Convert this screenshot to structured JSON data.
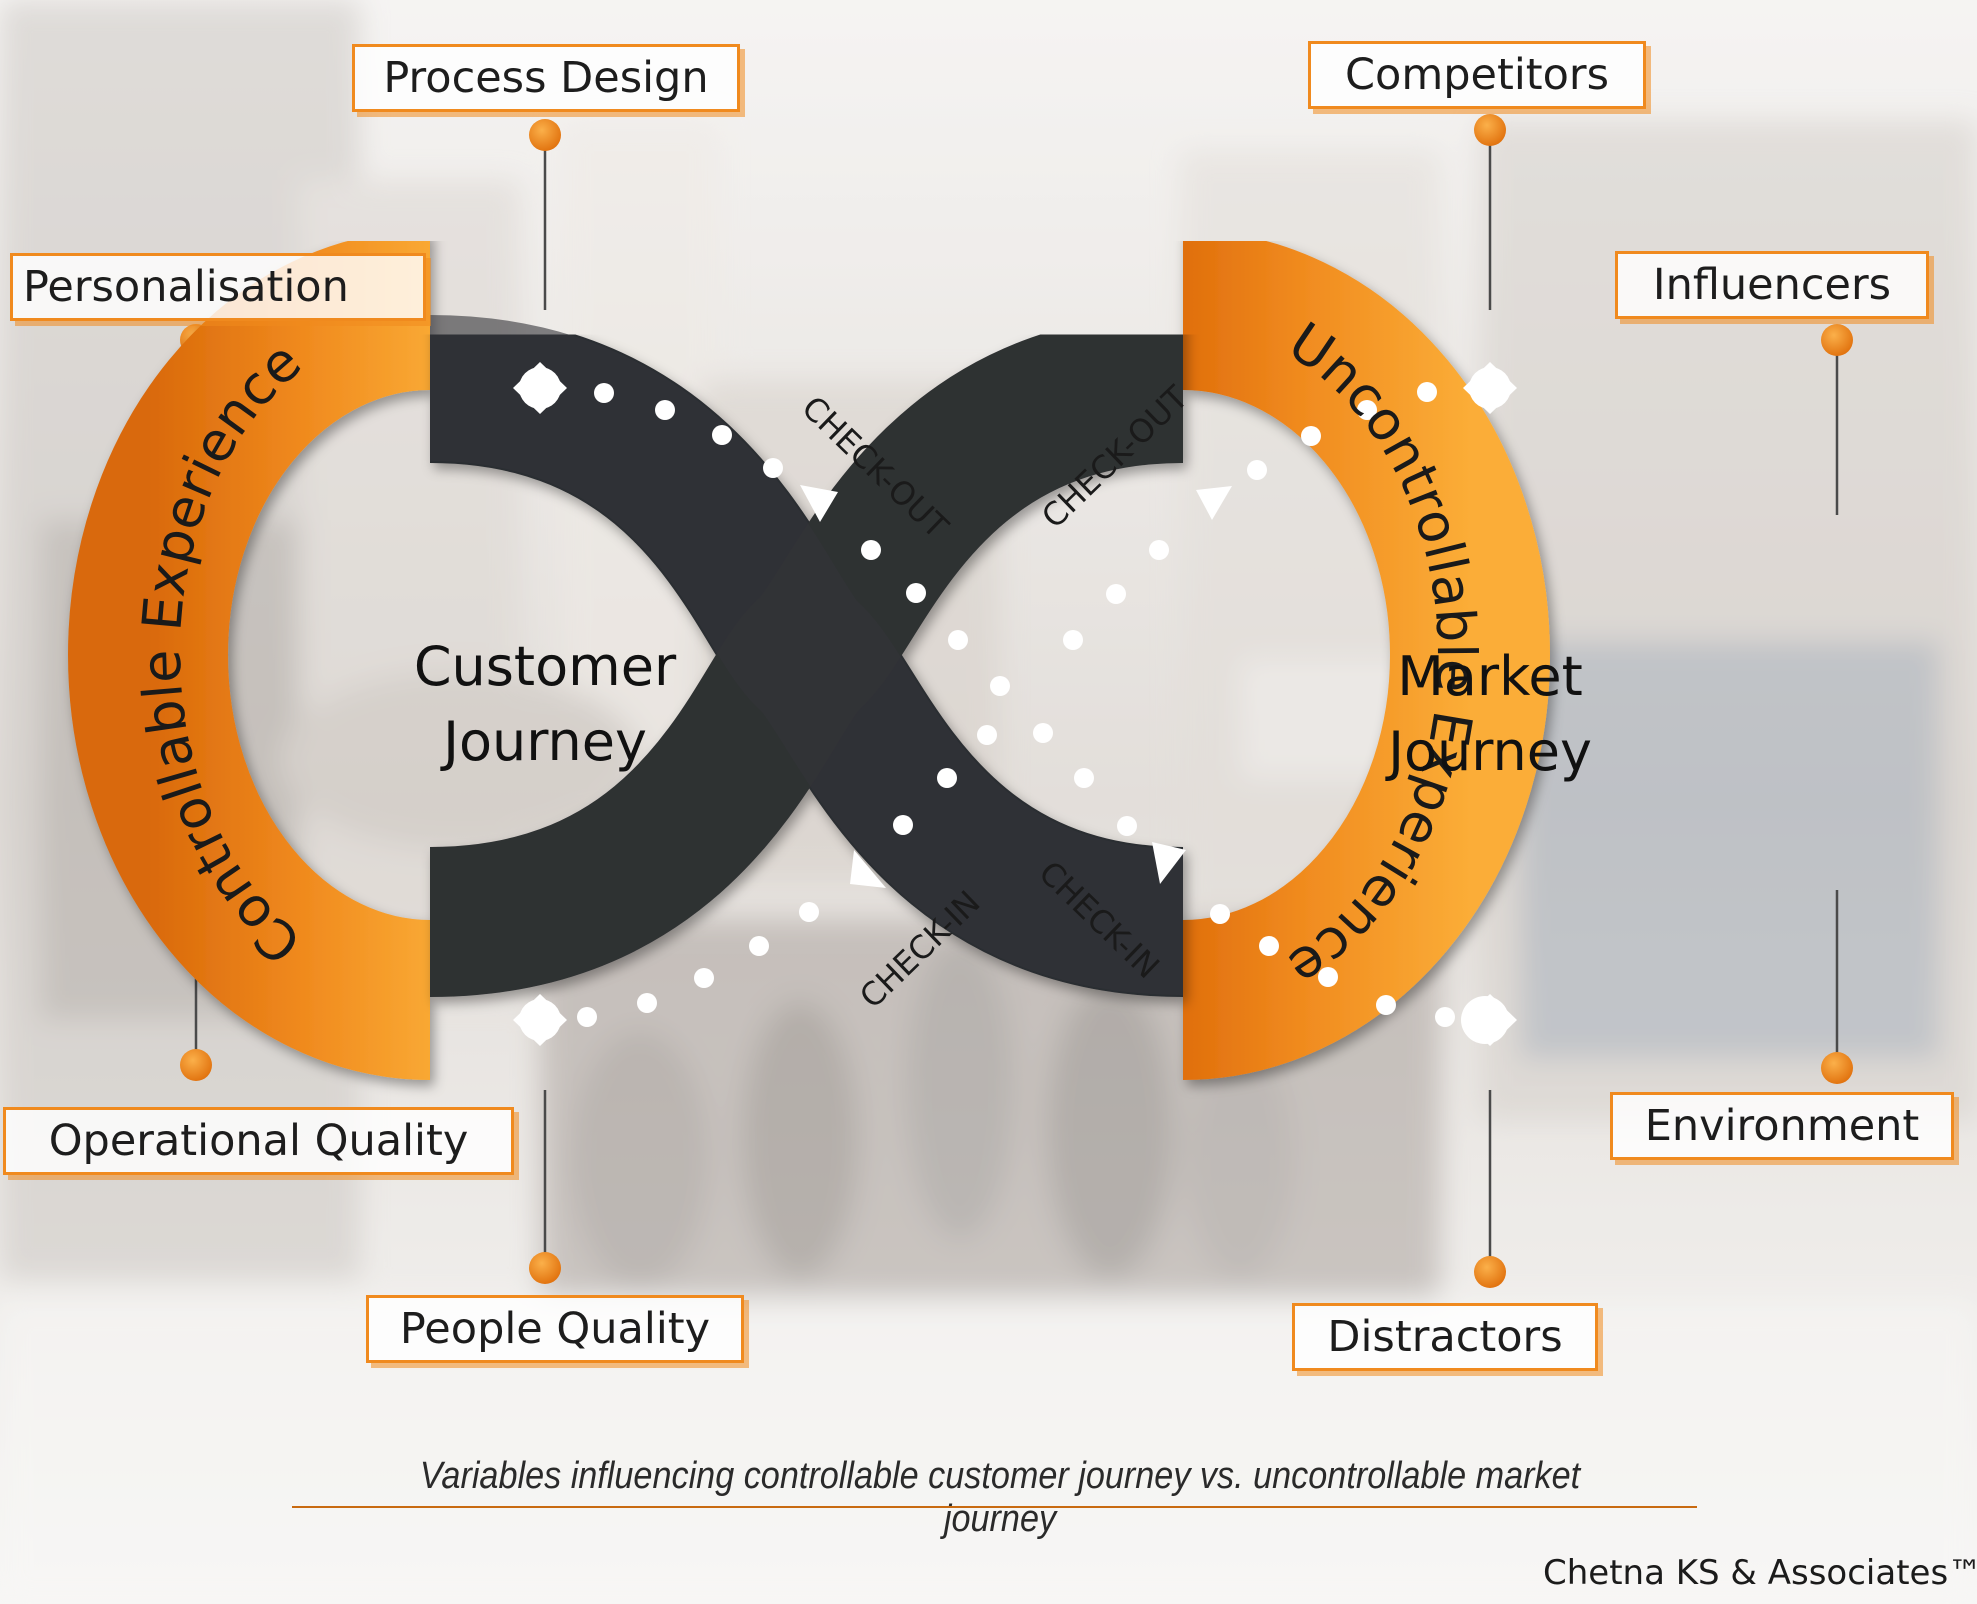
{
  "labels": {
    "process_design": "Process Design",
    "personalisation": "Personalisation",
    "operational_quality": "Operational Quality",
    "people_quality": "People Quality",
    "competitors": "Competitors",
    "influencers": "Influencers",
    "environment": "Environment",
    "distractors": "Distractors"
  },
  "arcs": {
    "left": "Controllable  Experience",
    "right": "Uncontrollable  Experience"
  },
  "centers": {
    "left_line1": "Customer",
    "left_line2": "Journey",
    "right_line1": "Market",
    "right_line2": "Journey"
  },
  "road_labels": {
    "check_out_left": "CHECK-OUT",
    "check_out_right": "CHECK-OUT",
    "check_in_left": "CHECK-IN",
    "check_in_right": "CHECK-IN"
  },
  "caption": "Variables influencing controllable customer journey vs. uncontrollable market journey",
  "credit": "Chetna KS & Associates™",
  "colors": {
    "accent": "#f08a1e",
    "accent_dark": "#d96a08",
    "road": "#2c2d30",
    "text": "#1d1d1d"
  }
}
